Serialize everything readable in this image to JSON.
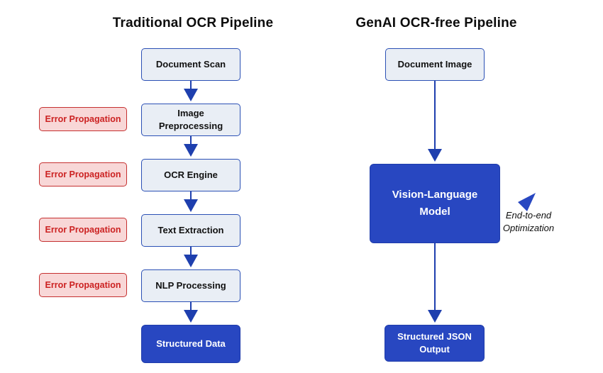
{
  "left_pipeline": {
    "title": "Traditional OCR Pipeline",
    "nodes": [
      {
        "label": "Document Scan"
      },
      {
        "label": "Image Preprocessing"
      },
      {
        "label": "OCR Engine"
      },
      {
        "label": "Text Extraction"
      },
      {
        "label": "NLP Processing"
      },
      {
        "label": "Structured Data"
      }
    ],
    "error_labels": [
      "Error Propagation",
      "Error Propagation",
      "Error Propagation",
      "Error Propagation"
    ]
  },
  "right_pipeline": {
    "title": "GenAI OCR-free Pipeline",
    "nodes": [
      {
        "label": "Document Image"
      },
      {
        "label": "Vision-Language Model"
      },
      {
        "label": "Structured JSON Output"
      }
    ],
    "annotation": {
      "line1": "End-to-end",
      "line2": "Optimization"
    }
  },
  "colors": {
    "node_fill": "#e9eef5",
    "node_border": "#2b50b5",
    "solid_fill": "#2847c1",
    "arrow": "#1e3fae",
    "error_fill": "#f8d7d7",
    "error_border": "#c53030",
    "error_text": "#cc2222"
  }
}
